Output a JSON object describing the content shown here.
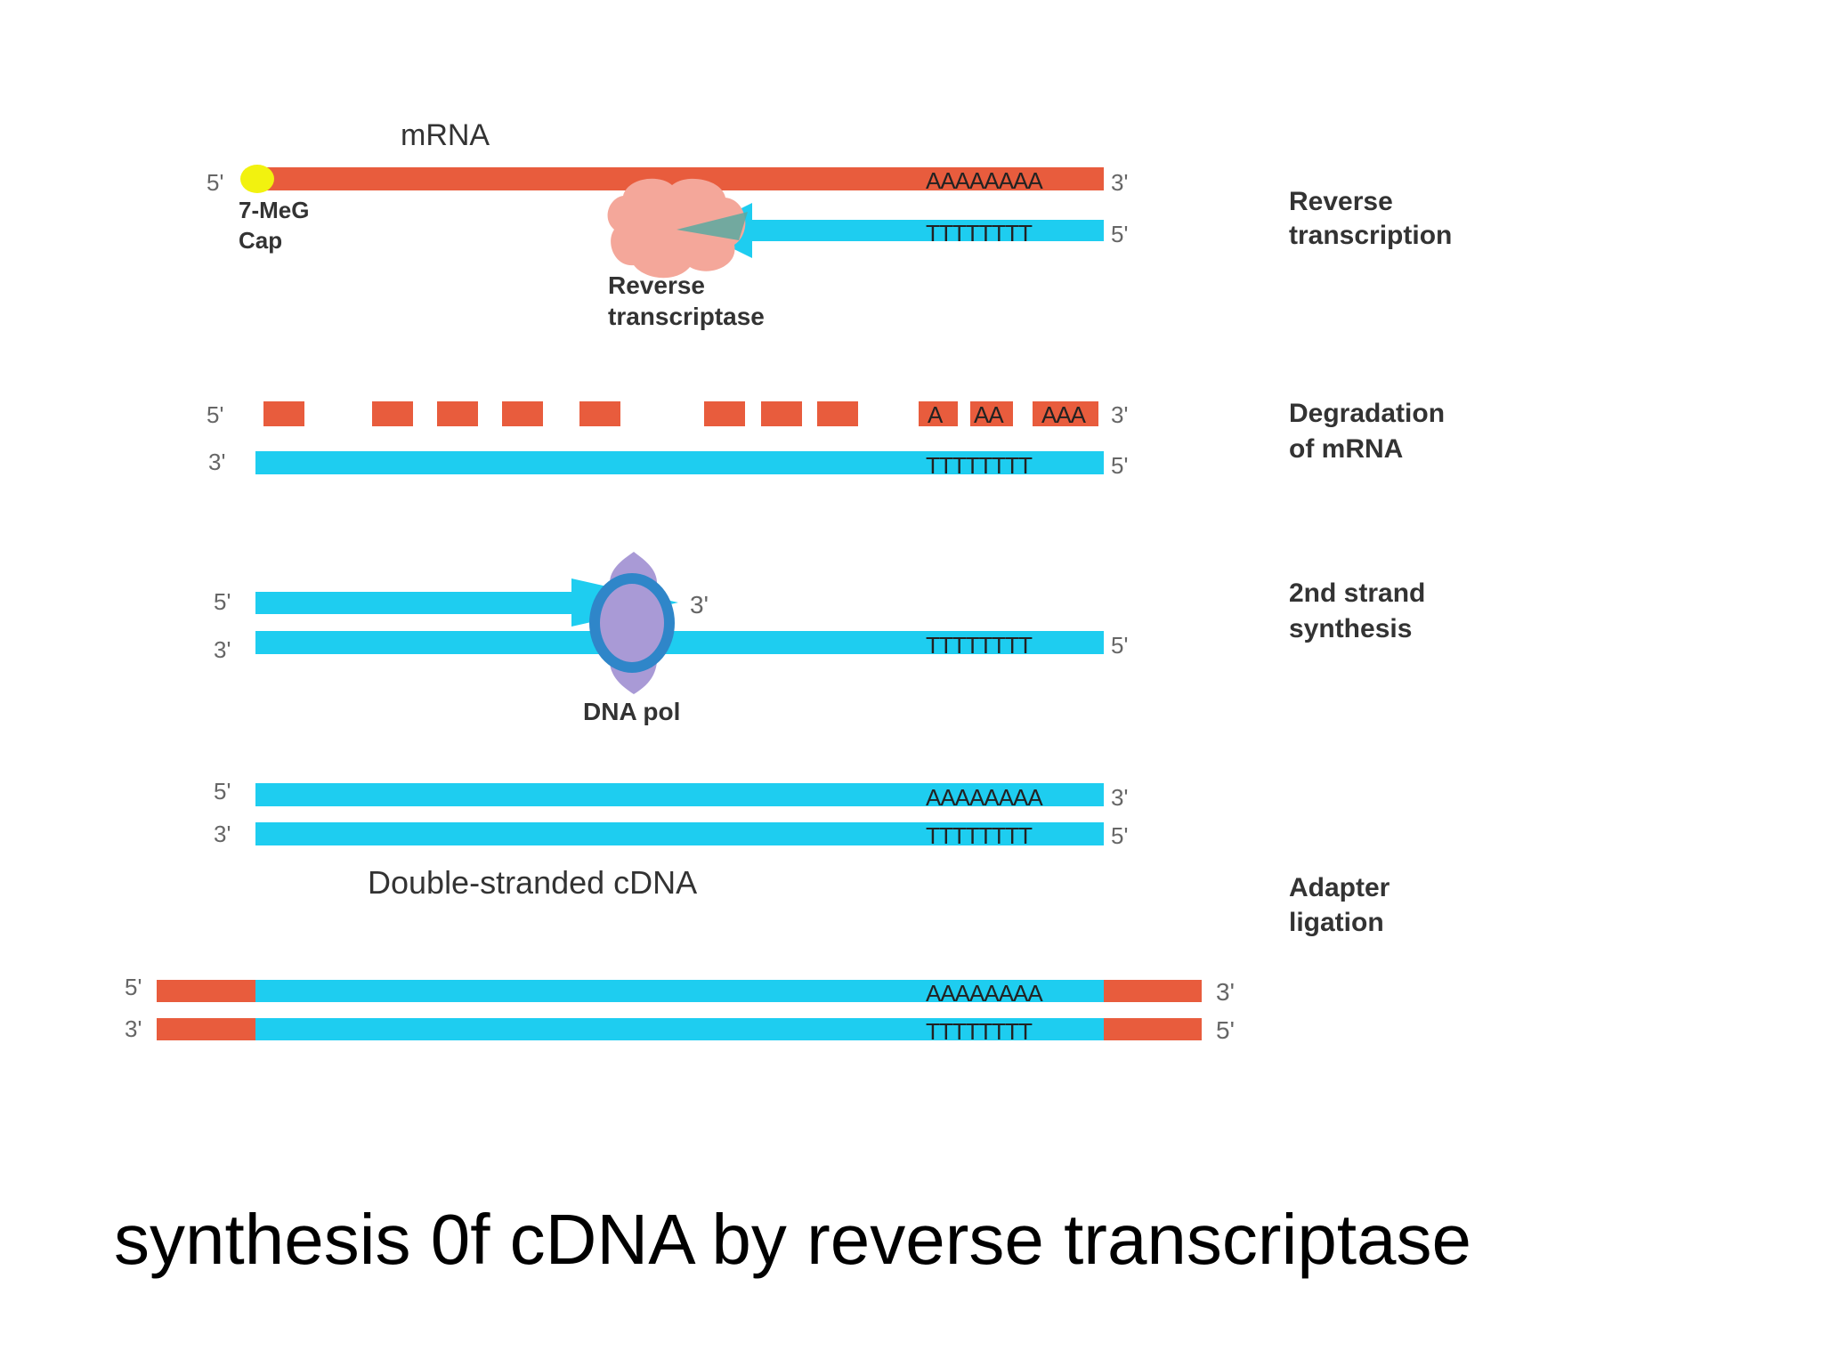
{
  "colors": {
    "rna": "#e85c3d",
    "dna": "#1ecdf0",
    "cap": "#f2f20f",
    "enzyme_rt": "#f4a79a",
    "enzyme_pol": "#a99ad6",
    "pol_ring": "#2f86c9"
  },
  "labels": {
    "mrna": "mRNA",
    "cap_line1": "7-MeG",
    "cap_line2": "Cap",
    "rt_line1": "Reverse",
    "rt_line2": "transcriptase",
    "dnapol": "DNA pol",
    "ds_cdna": "Double-stranded cDNA"
  },
  "steps": {
    "s1_line1": "Reverse",
    "s1_line2": "transcription",
    "s2_line1": "Degradation",
    "s2_line2": "of mRNA",
    "s3_line1": "2nd strand",
    "s3_line2": "synthesis",
    "s4_line1": "Adapter",
    "s4_line2": "ligation"
  },
  "ends": {
    "five": "5'",
    "three": "3'"
  },
  "sequences": {
    "polyA": "AAAAAAAA",
    "polyT": "TTTTTTTT",
    "frag_a1": "A",
    "frag_a2": "AA",
    "frag_a3": "AAA"
  },
  "caption": "synthesis 0f cDNA by reverse transcriptase"
}
